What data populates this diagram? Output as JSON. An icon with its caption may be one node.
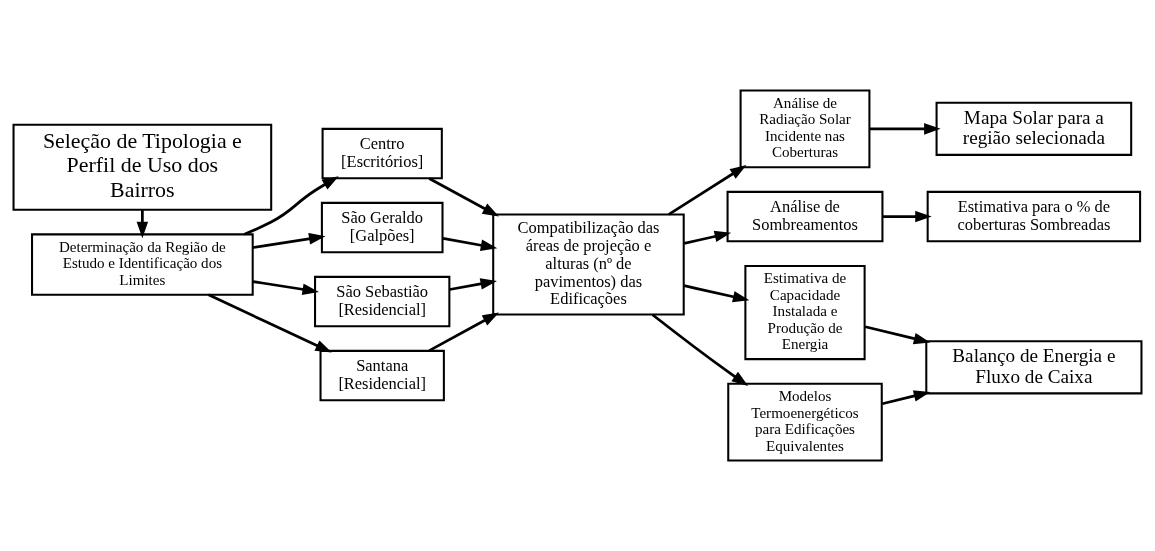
{
  "diagram": {
    "nodes": [
      {
        "text": [
          "Seleção de Tipologia e Perfil de Uso dos Bairros"
        ]
      },
      {
        "text": [
          "Determinação da Região de Estudo e Identificação dos Limites"
        ]
      },
      {
        "text": [
          "Centro [Escritórios]"
        ]
      },
      {
        "text": [
          "São Geraldo [Galpões]"
        ]
      },
      {
        "text": [
          "São Sebastião [Residencial]"
        ]
      },
      {
        "text": [
          "Santana [Residencial]"
        ]
      },
      {
        "text": [
          "Compatibilização das áreas de projeção e alturas (nº de pavimentos) das Edificações"
        ]
      },
      {
        "text": [
          "Análise de Radiação Solar Incidente nas Coberturas"
        ]
      },
      {
        "text": [
          "Mapa Solar para a região selecionada"
        ]
      },
      {
        "text": [
          "Análise de Sombreamentos"
        ]
      },
      {
        "text": [
          "Estimativa para o % de coberturas Sombreadas"
        ]
      },
      {
        "text": [
          "Estimativa de Capacidade Instalada e Produção de Energia"
        ]
      },
      {
        "text": [
          "Modelos Termoenergéticos para Edificações Equivalentes"
        ]
      },
      {
        "text": [
          "Balanço de Energia e Fluxo de Caixa"
        ]
      }
    ],
    "edges": [
      {
        "from": 0,
        "to": 1,
        "arrow": "to"
      },
      {
        "from": 1,
        "to": 2,
        "arrow": "to"
      },
      {
        "from": 1,
        "to": 3,
        "arrow": "to"
      },
      {
        "from": 1,
        "to": 4,
        "arrow": "to"
      },
      {
        "from": 1,
        "to": 5,
        "arrow": "to"
      },
      {
        "from": 2,
        "to": 6,
        "arrow": "to"
      },
      {
        "from": 3,
        "to": 6,
        "arrow": "to"
      },
      {
        "from": 4,
        "to": 6,
        "arrow": "to"
      },
      {
        "from": 5,
        "to": 6,
        "arrow": "to"
      },
      {
        "from": 6,
        "to": 7,
        "arrow": "to"
      },
      {
        "from": 6,
        "to": 9,
        "arrow": "to"
      },
      {
        "from": 6,
        "to": 11,
        "arrow": "to"
      },
      {
        "from": 6,
        "to": 12,
        "arrow": "to"
      },
      {
        "from": 7,
        "to": 8,
        "arrow": "to"
      },
      {
        "from": 9,
        "to": 10,
        "arrow": "to"
      },
      {
        "from": 11,
        "to": 13,
        "arrow": "to"
      },
      {
        "from": 12,
        "to": 13,
        "arrow": "to"
      }
    ]
  }
}
